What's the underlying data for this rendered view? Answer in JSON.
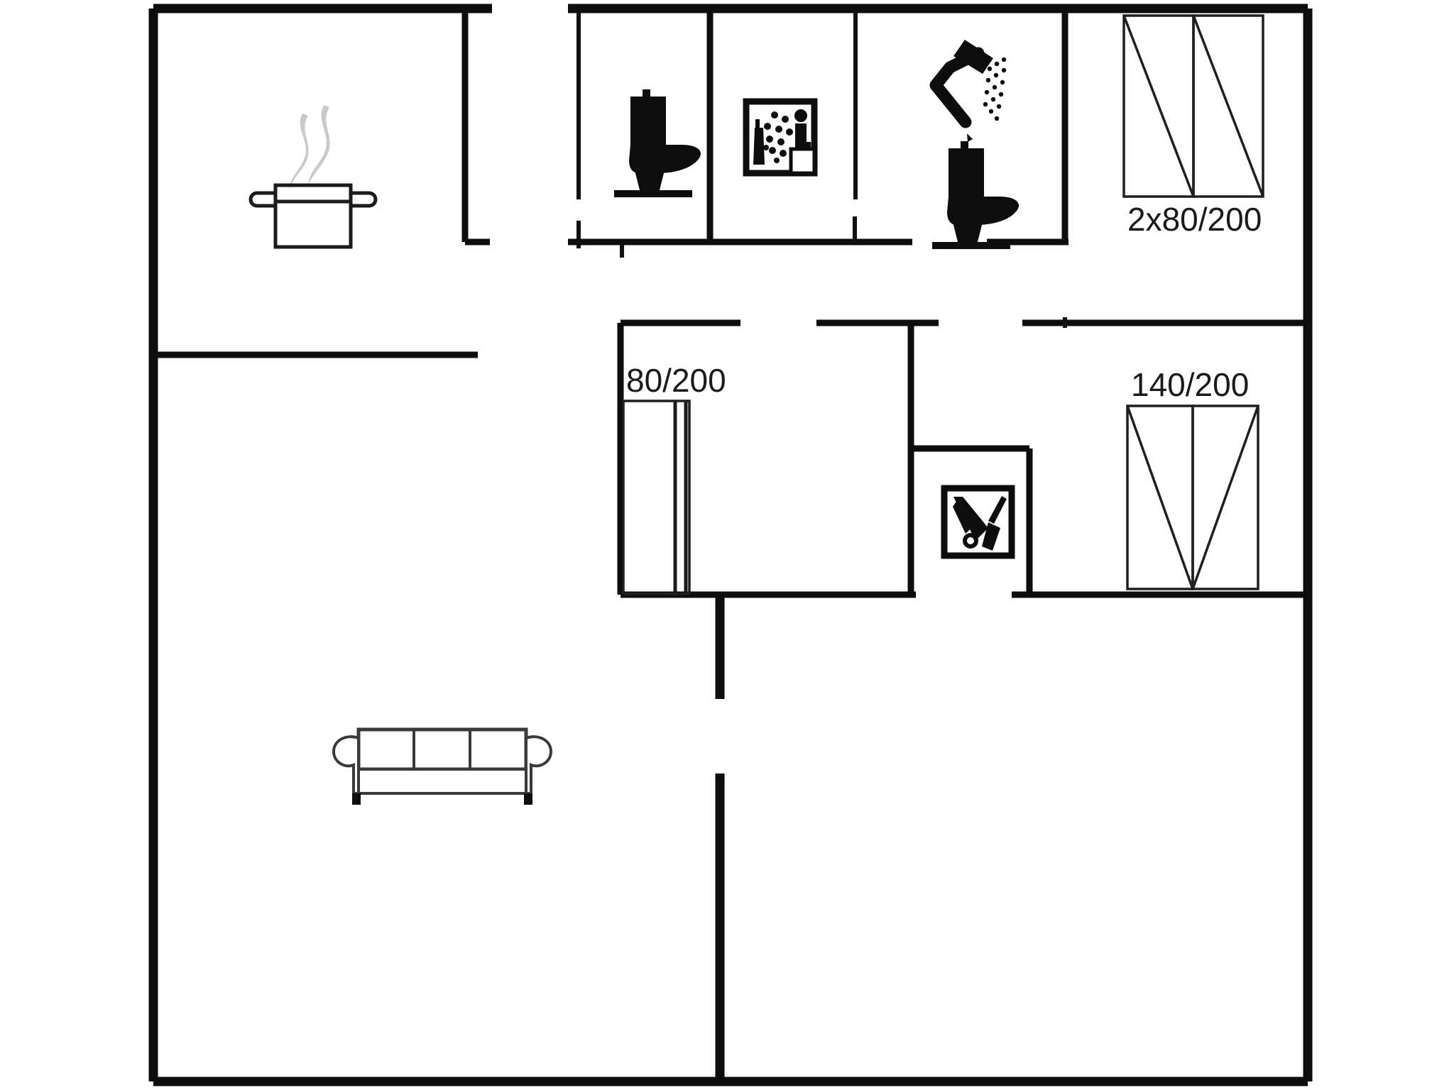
{
  "plan": {
    "title": "Holiday house floor plan",
    "type": "architectural-floor-plan",
    "background_color": "#ffffff",
    "wall_color": "#0d0d0d",
    "label_color": "#1a1a1a",
    "steam_color": "#c9c9c9"
  },
  "labels": {
    "bunk_bed": "2x80/200",
    "single_bed": "80/200",
    "double_bed": "140/200"
  },
  "icons": {
    "cooking_pot": "cooking-pot-icon",
    "toilet_left": "toilet-icon",
    "toilet_right": "toilet-icon",
    "sauna": "sauna-icon",
    "shower": "shower-icon",
    "garden_tools": "garden-tools-icon",
    "sofa": "sofa-icon"
  },
  "rooms": [
    {
      "name": "kitchen",
      "icon": "cooking-pot-icon"
    },
    {
      "name": "living-room",
      "icon": "sofa-icon"
    },
    {
      "name": "toilet-room",
      "icon": "toilet-icon"
    },
    {
      "name": "sauna-room",
      "icon": "sauna-icon"
    },
    {
      "name": "bathroom",
      "icon": "shower-icon"
    },
    {
      "name": "bedroom-bunk",
      "bed_label": "2x80/200"
    },
    {
      "name": "bedroom-single",
      "bed_label": "80/200"
    },
    {
      "name": "bedroom-double",
      "bed_label": "140/200"
    },
    {
      "name": "utility-room",
      "icon": "garden-tools-icon"
    }
  ]
}
